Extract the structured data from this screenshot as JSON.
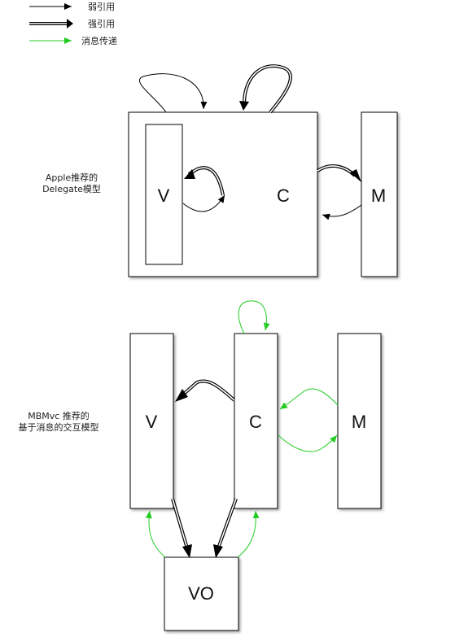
{
  "legend": {
    "weak_ref": "弱引用",
    "strong_ref": "强引用",
    "message": "消息传递"
  },
  "colors": {
    "line": "#000000",
    "message": "#22cc22",
    "shadow": "#9a9a9a"
  },
  "apple_model": {
    "caption_line1": "Apple推荐的",
    "caption_line2": "Delegate模型",
    "view": "V",
    "controller": "C",
    "model": "M"
  },
  "mbmvc_model": {
    "caption_line1": "MBMvc 推荐的",
    "caption_line2": "基于消息的交互模型",
    "view": "V",
    "controller": "C",
    "model": "M",
    "value_object": "VO"
  }
}
